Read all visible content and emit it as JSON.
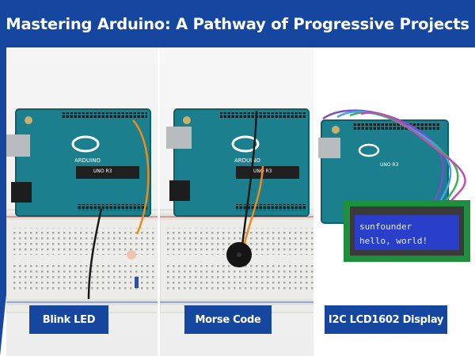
{
  "header": {
    "title": "Mastering Arduino: A Pathway of Progressive Projects"
  },
  "projects": [
    {
      "label": "Blink LED"
    },
    {
      "label": "Morse Code"
    },
    {
      "label": "I2C LCD1602 Display"
    }
  ],
  "boards": {
    "brand": "ARDUINO",
    "model": "UNO R3"
  },
  "lcd": {
    "line1": "sunfounder",
    "line2": "hello, world!"
  },
  "colors": {
    "brand_blue": "#1546a0",
    "board_teal": "#1b7f8e",
    "lcd_blue": "#2a3fc9"
  }
}
